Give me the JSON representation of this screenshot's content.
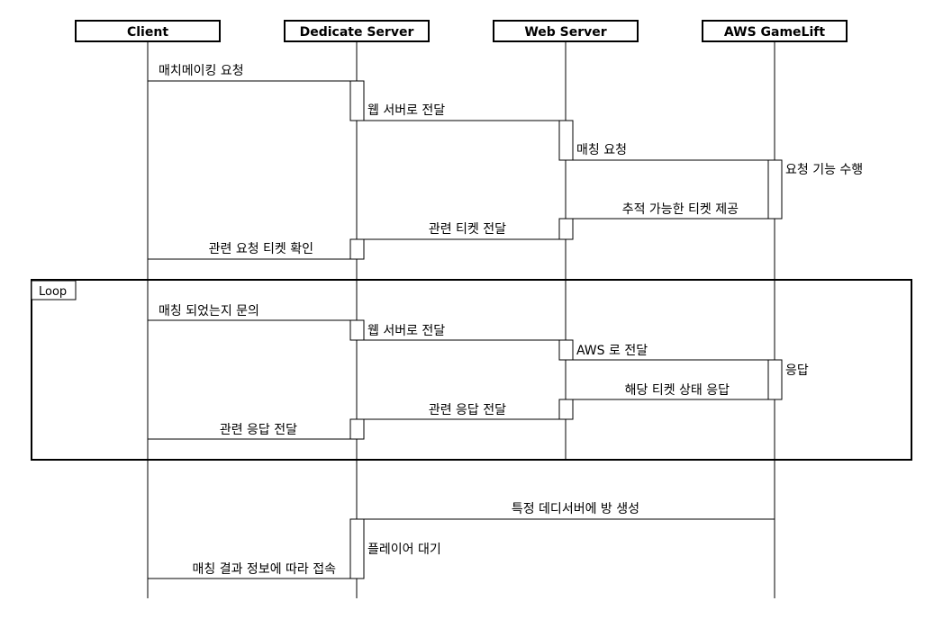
{
  "participants": [
    {
      "id": "client",
      "label": "Client"
    },
    {
      "id": "dedicate",
      "label": "Dedicate Server"
    },
    {
      "id": "web",
      "label": "Web Server"
    },
    {
      "id": "gamelift",
      "label": "AWS GameLift"
    }
  ],
  "messages": [
    {
      "id": "m1",
      "label": "매치메이킹 요청"
    },
    {
      "id": "m2",
      "label": "웹 서버로 전달"
    },
    {
      "id": "m3",
      "label": "매칭 요청"
    },
    {
      "id": "m4",
      "label": "요청 기능 수행"
    },
    {
      "id": "m5",
      "label": "추적 가능한 티켓 제공"
    },
    {
      "id": "m6",
      "label": "관련 티켓 전달"
    },
    {
      "id": "m7",
      "label": "관련 요청 티켓 확인"
    },
    {
      "id": "m8",
      "label": "매칭 되었는지 문의"
    },
    {
      "id": "m9",
      "label": "웹 서버로 전달"
    },
    {
      "id": "m10",
      "label": "AWS 로 전달"
    },
    {
      "id": "m11",
      "label": "응답"
    },
    {
      "id": "m12",
      "label": "해당 티켓 상태 응답"
    },
    {
      "id": "m13",
      "label": "관련 응답 전달"
    },
    {
      "id": "m14",
      "label": "관련 응답 전달"
    },
    {
      "id": "m15",
      "label": "특정 데디서버에 방 생성"
    },
    {
      "id": "m16",
      "label": "플레이어 대기"
    },
    {
      "id": "m17",
      "label": "매칭 결과 정보에 따라 접속"
    }
  ],
  "loop": {
    "label": "Loop"
  }
}
